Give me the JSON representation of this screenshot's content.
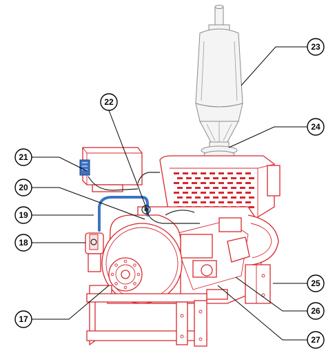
{
  "callouts": [
    {
      "id": "c17",
      "label": "17"
    },
    {
      "id": "c18",
      "label": "18"
    },
    {
      "id": "c19",
      "label": "19"
    },
    {
      "id": "c20",
      "label": "20"
    },
    {
      "id": "c21",
      "label": "21"
    },
    {
      "id": "c22",
      "label": "22"
    },
    {
      "id": "c23",
      "label": "23"
    },
    {
      "id": "c24",
      "label": "24"
    },
    {
      "id": "c25",
      "label": "25"
    },
    {
      "id": "c26",
      "label": "26"
    },
    {
      "id": "c27",
      "label": "27"
    }
  ],
  "colors": {
    "engine_line": "#d8262c",
    "exhaust_line": "#8a8a8a",
    "hose": "#3b73c7",
    "callout_line": "#000000"
  }
}
